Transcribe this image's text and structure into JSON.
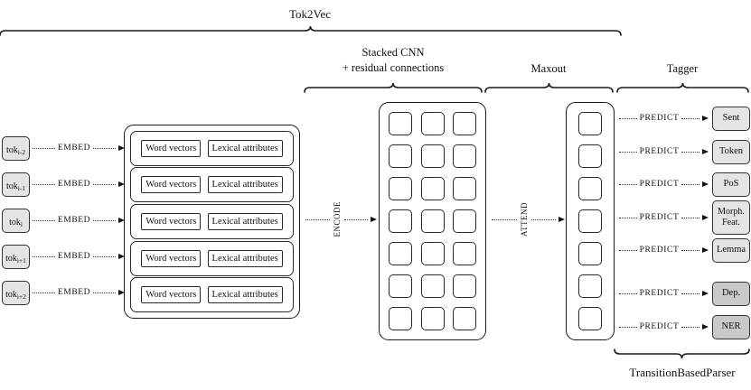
{
  "title": "Tok2Vec",
  "sections": {
    "cnn_line1": "Stacked CNN",
    "cnn_line2": "+ residual connections",
    "maxout": "Maxout",
    "tagger": "Tagger",
    "bottom": "TransitionBasedParser"
  },
  "labels": {
    "embed": "EMBED",
    "encode": "ENCODE",
    "attend": "ATTEND",
    "predict": "PREDICT"
  },
  "tokens": [
    {
      "base": "tok",
      "sub": "i-2"
    },
    {
      "base": "tok",
      "sub": "i-1"
    },
    {
      "base": "tok",
      "sub": "i"
    },
    {
      "base": "tok",
      "sub": "i+1"
    },
    {
      "base": "tok",
      "sub": "i+2"
    }
  ],
  "embed_rows": [
    {
      "word": "Word vectors",
      "lex": "Lexical attributes"
    },
    {
      "word": "Word vectors",
      "lex": "Lexical attributes"
    },
    {
      "word": "Word vectors",
      "lex": "Lexical attributes"
    },
    {
      "word": "Word vectors",
      "lex": "Lexical attributes"
    },
    {
      "word": "Word vectors",
      "lex": "Lexical attributes"
    }
  ],
  "cnn_grid": {
    "rows": 7,
    "cols": 3
  },
  "maxout_grid": {
    "rows": 7
  },
  "outputs": [
    {
      "label": "Sent",
      "variant": "light"
    },
    {
      "label": "Token",
      "variant": "light"
    },
    {
      "label": "PoS",
      "variant": "light"
    },
    {
      "label": "Morph.",
      "label2": "Feat.",
      "variant": "light"
    },
    {
      "label": "Lemma",
      "variant": "light"
    },
    {
      "label": "Dep.",
      "variant": "dark"
    },
    {
      "label": "NER",
      "variant": "dark"
    }
  ],
  "colors": {
    "box_light": "#e4e4e4",
    "box_dark": "#c9c9c9",
    "line": "#1a1a1a"
  }
}
